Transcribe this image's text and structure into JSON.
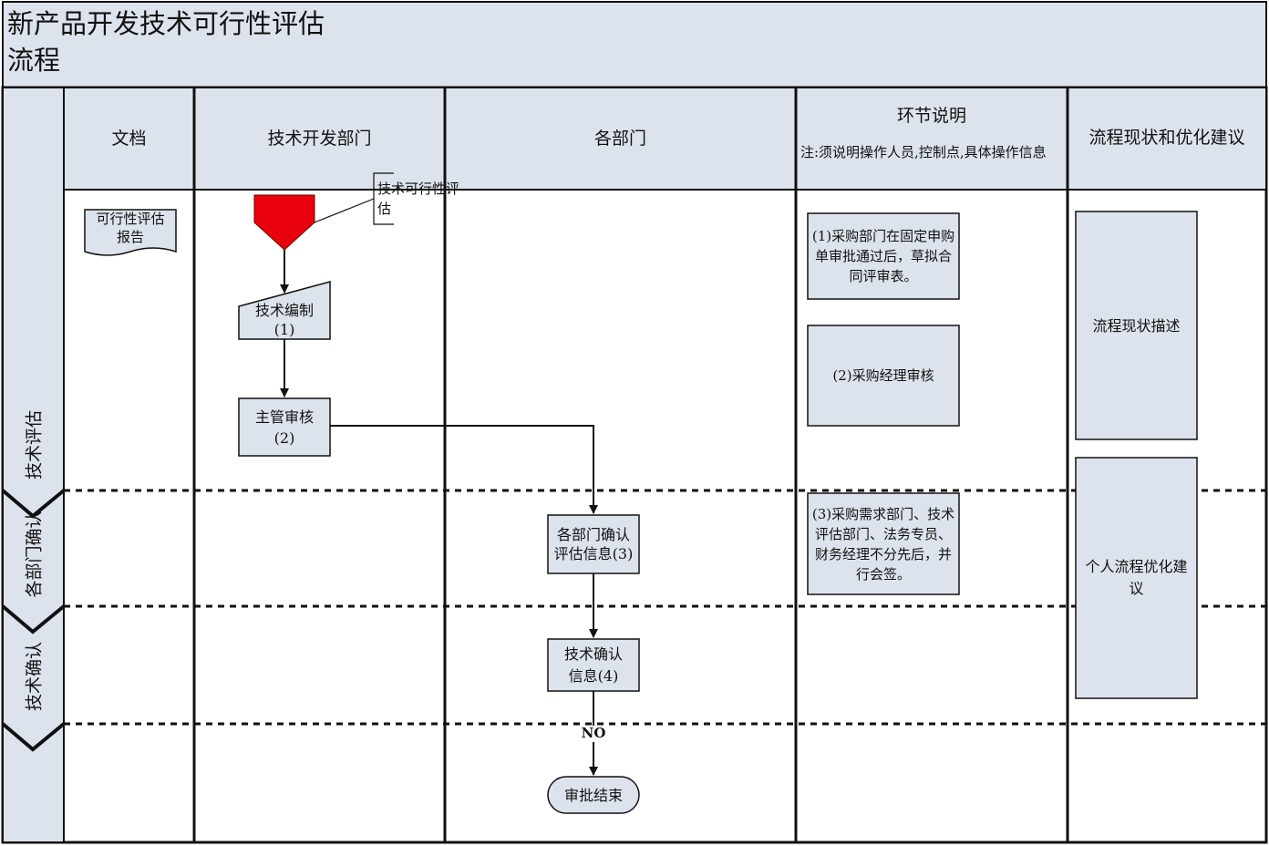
{
  "title": "新产品开发技术可行性评估\n流程",
  "columns": {
    "document": "文档",
    "tech_dept": "技术开发部门",
    "all_depts": "各部门",
    "step_desc_title": "环节说明",
    "step_desc_note": "注:须说明操作人员,控制点,具体操作信息",
    "optimization": "流程现状和优化建议"
  },
  "phases": {
    "tech_eval": "技术评估",
    "dept_confirm": "各部门确认",
    "tech_confirm": "技术确认"
  },
  "nodes": {
    "report_doc": "可行性评估报告",
    "start_callout": "技术可行性评估",
    "compile": "技术编制\n(1)",
    "supervisor": "主管审核\n(2)",
    "dept_confirm": "各部门确认评估信息(3)",
    "tech_confirm": "技术确认\n信息(4)",
    "end": "审批结束",
    "no_label": "NO"
  },
  "notes": {
    "note1": "(1)采购部门在固定申购单审批通过后，草拟合同评审表。",
    "note2": "(2)采购经理审核",
    "note3": "(3)采购需求部门、技术评估部门、法务专员、财务经理不分先后，并行会签。"
  },
  "optimization": {
    "status": "流程现状描述",
    "suggestion": "个人流程优化建议"
  },
  "colors": {
    "box_fill": "#dde3ec",
    "start_fill": "#e8000b",
    "header_bg": "#ffffff",
    "line": "#111111"
  }
}
